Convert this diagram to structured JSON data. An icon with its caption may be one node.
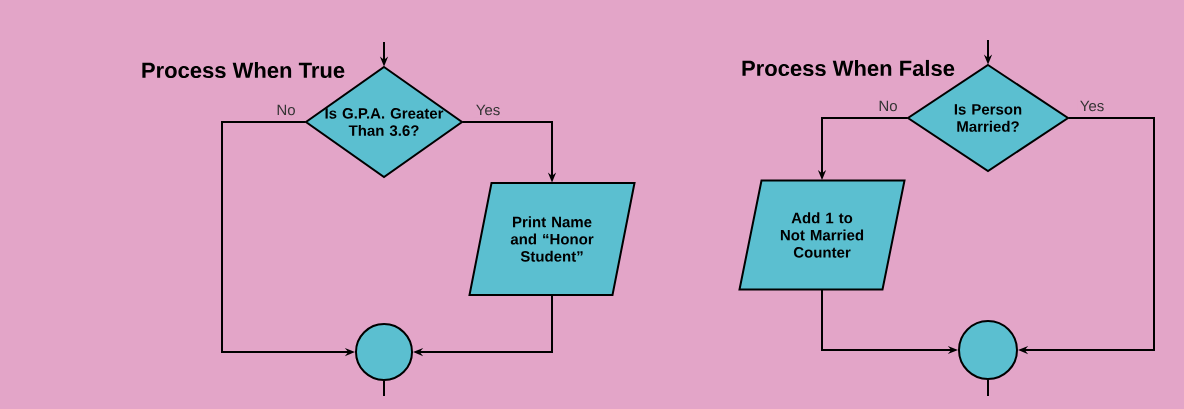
{
  "diagram": {
    "nodes": [
      {
        "text": [
          "Is G.P.A. Greater Than 3.6?"
        ]
      },
      {
        "text": [
          "Print Name and “Honor Student”"
        ]
      },
      {
        "text": [],
        "shape": "circle"
      },
      {
        "text": [
          "Is Person Married?"
        ]
      },
      {
        "text": [
          "Add 1 to Not Married Counter"
        ]
      },
      {
        "text": [],
        "shape": "circle"
      }
    ],
    "edges": [
      {
        "from": null,
        "to": 0,
        "arrow": "to"
      },
      {
        "from": 0,
        "to": 1,
        "arrow": "to",
        "label": "Yes"
      },
      {
        "from": 0,
        "to": 2,
        "arrow": "to",
        "label": "No"
      },
      {
        "from": 1,
        "to": 2,
        "arrow": "to"
      },
      {
        "from": 2,
        "to": null,
        "arrow": "none"
      },
      {
        "from": null,
        "to": 3,
        "arrow": "to"
      },
      {
        "from": 3,
        "to": 4,
        "arrow": "to",
        "label": "No"
      },
      {
        "from": 3,
        "to": 5,
        "arrow": "to",
        "label": "Yes"
      },
      {
        "from": 4,
        "to": 5,
        "arrow": "to"
      },
      {
        "from": 5,
        "to": null,
        "arrow": "none"
      }
    ],
    "labels": [
      "Process When True",
      "Process When False"
    ]
  }
}
